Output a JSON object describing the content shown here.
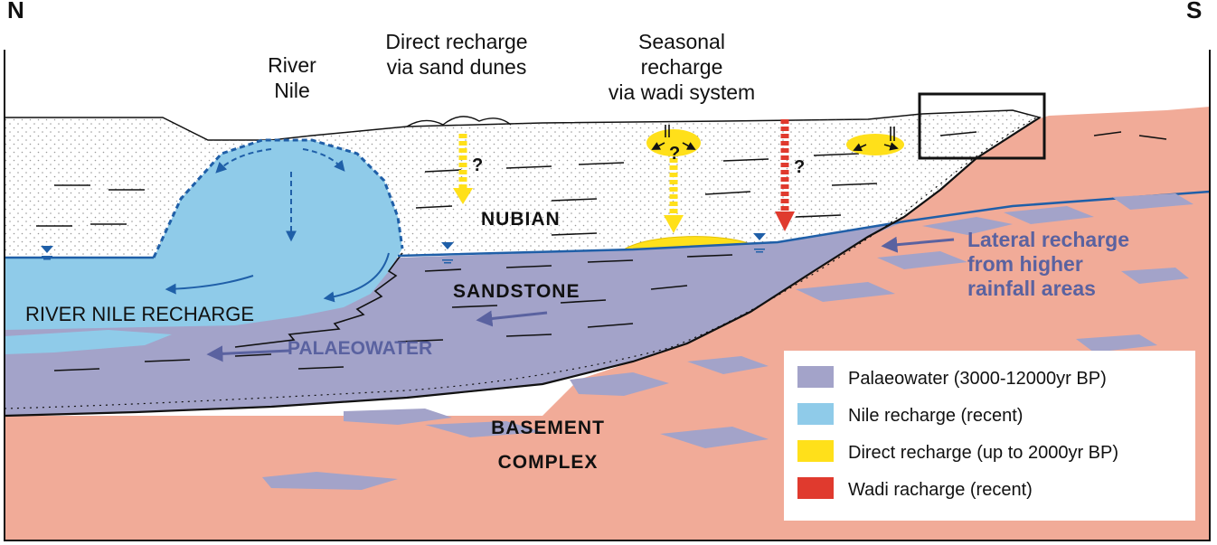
{
  "compass": {
    "north": "N",
    "south": "S"
  },
  "labels": {
    "river_nile": [
      "River",
      "Nile"
    ],
    "direct_recharge": [
      "Direct recharge",
      "via sand dunes"
    ],
    "seasonal_recharge": [
      "Seasonal",
      "recharge",
      "via wadi system"
    ],
    "nubian": "NUBIAN",
    "sandstone": "SANDSTONE",
    "river_nile_recharge": "RIVER NILE RECHARGE",
    "palaeowater": "PALAEOWATER",
    "lateral_recharge": [
      "Lateral recharge",
      "from higher",
      "rainfall areas"
    ],
    "basement": [
      "BASEMENT",
      "COMPLEX"
    ],
    "question_mark": "?"
  },
  "legend": {
    "items": [
      {
        "label": "Palaeowater (3000-12000yr BP)",
        "color": "#a3a3c9"
      },
      {
        "label": "Nile recharge (recent)",
        "color": "#8fcbe9"
      },
      {
        "label": "Direct recharge (up to 2000yr BP)",
        "color": "#ffe01a"
      },
      {
        "label": "Wadi racharge (recent)",
        "color": "#e03a2e"
      }
    ]
  },
  "colors": {
    "basement": "#f1ab98",
    "nubian": "#ffffff",
    "palaeowater": "#a3a3c9",
    "nile": "#8fcbe9",
    "direct": "#ffe01a",
    "wadi": "#e03a2e",
    "water_table": "#1f5fa8",
    "label_blue": "#5a62a0"
  }
}
